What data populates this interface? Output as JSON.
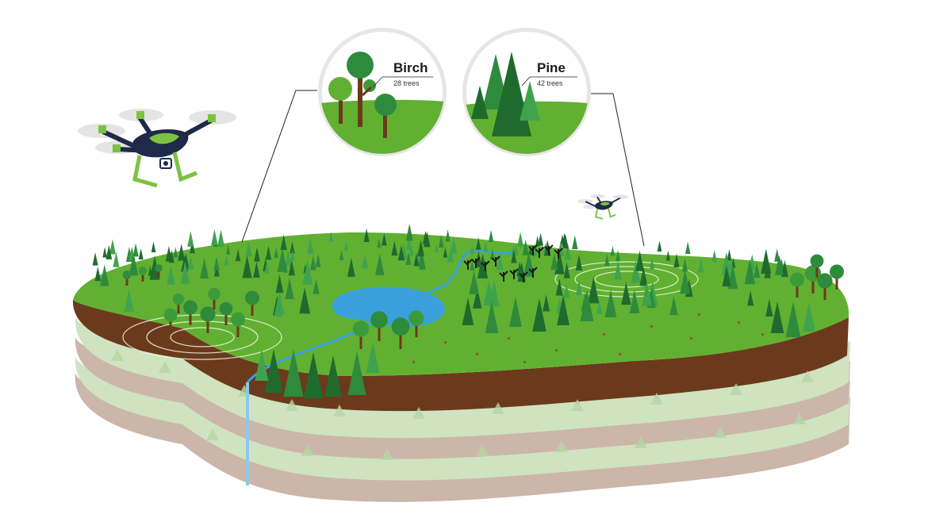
{
  "callouts": {
    "birch": {
      "title": "Birch",
      "count": "28 trees"
    },
    "pine": {
      "title": "Pine",
      "count": "42 trees"
    }
  },
  "icons": {
    "drone_large": "drone-icon",
    "drone_small": "drone-icon",
    "birch_tree": "deciduous-tree-icon",
    "pine_tree": "conifer-tree-icon"
  },
  "colors": {
    "grass": "#62b032",
    "grass_light": "#7cc242",
    "soil": "#6b3a1c",
    "pine_dark": "#1f6b2e",
    "pine_mid": "#2e8b3c",
    "pine_light": "#3fa34d",
    "birch_leaf": "#3c9a3a",
    "birch_trunk": "#6b3a1c",
    "water": "#3aa0dc",
    "stratum_light": "#c9dfb8",
    "stratum_tan": "#c9b3a6",
    "drone_body": "#1f2a4a",
    "drone_accent": "#7cc242"
  }
}
